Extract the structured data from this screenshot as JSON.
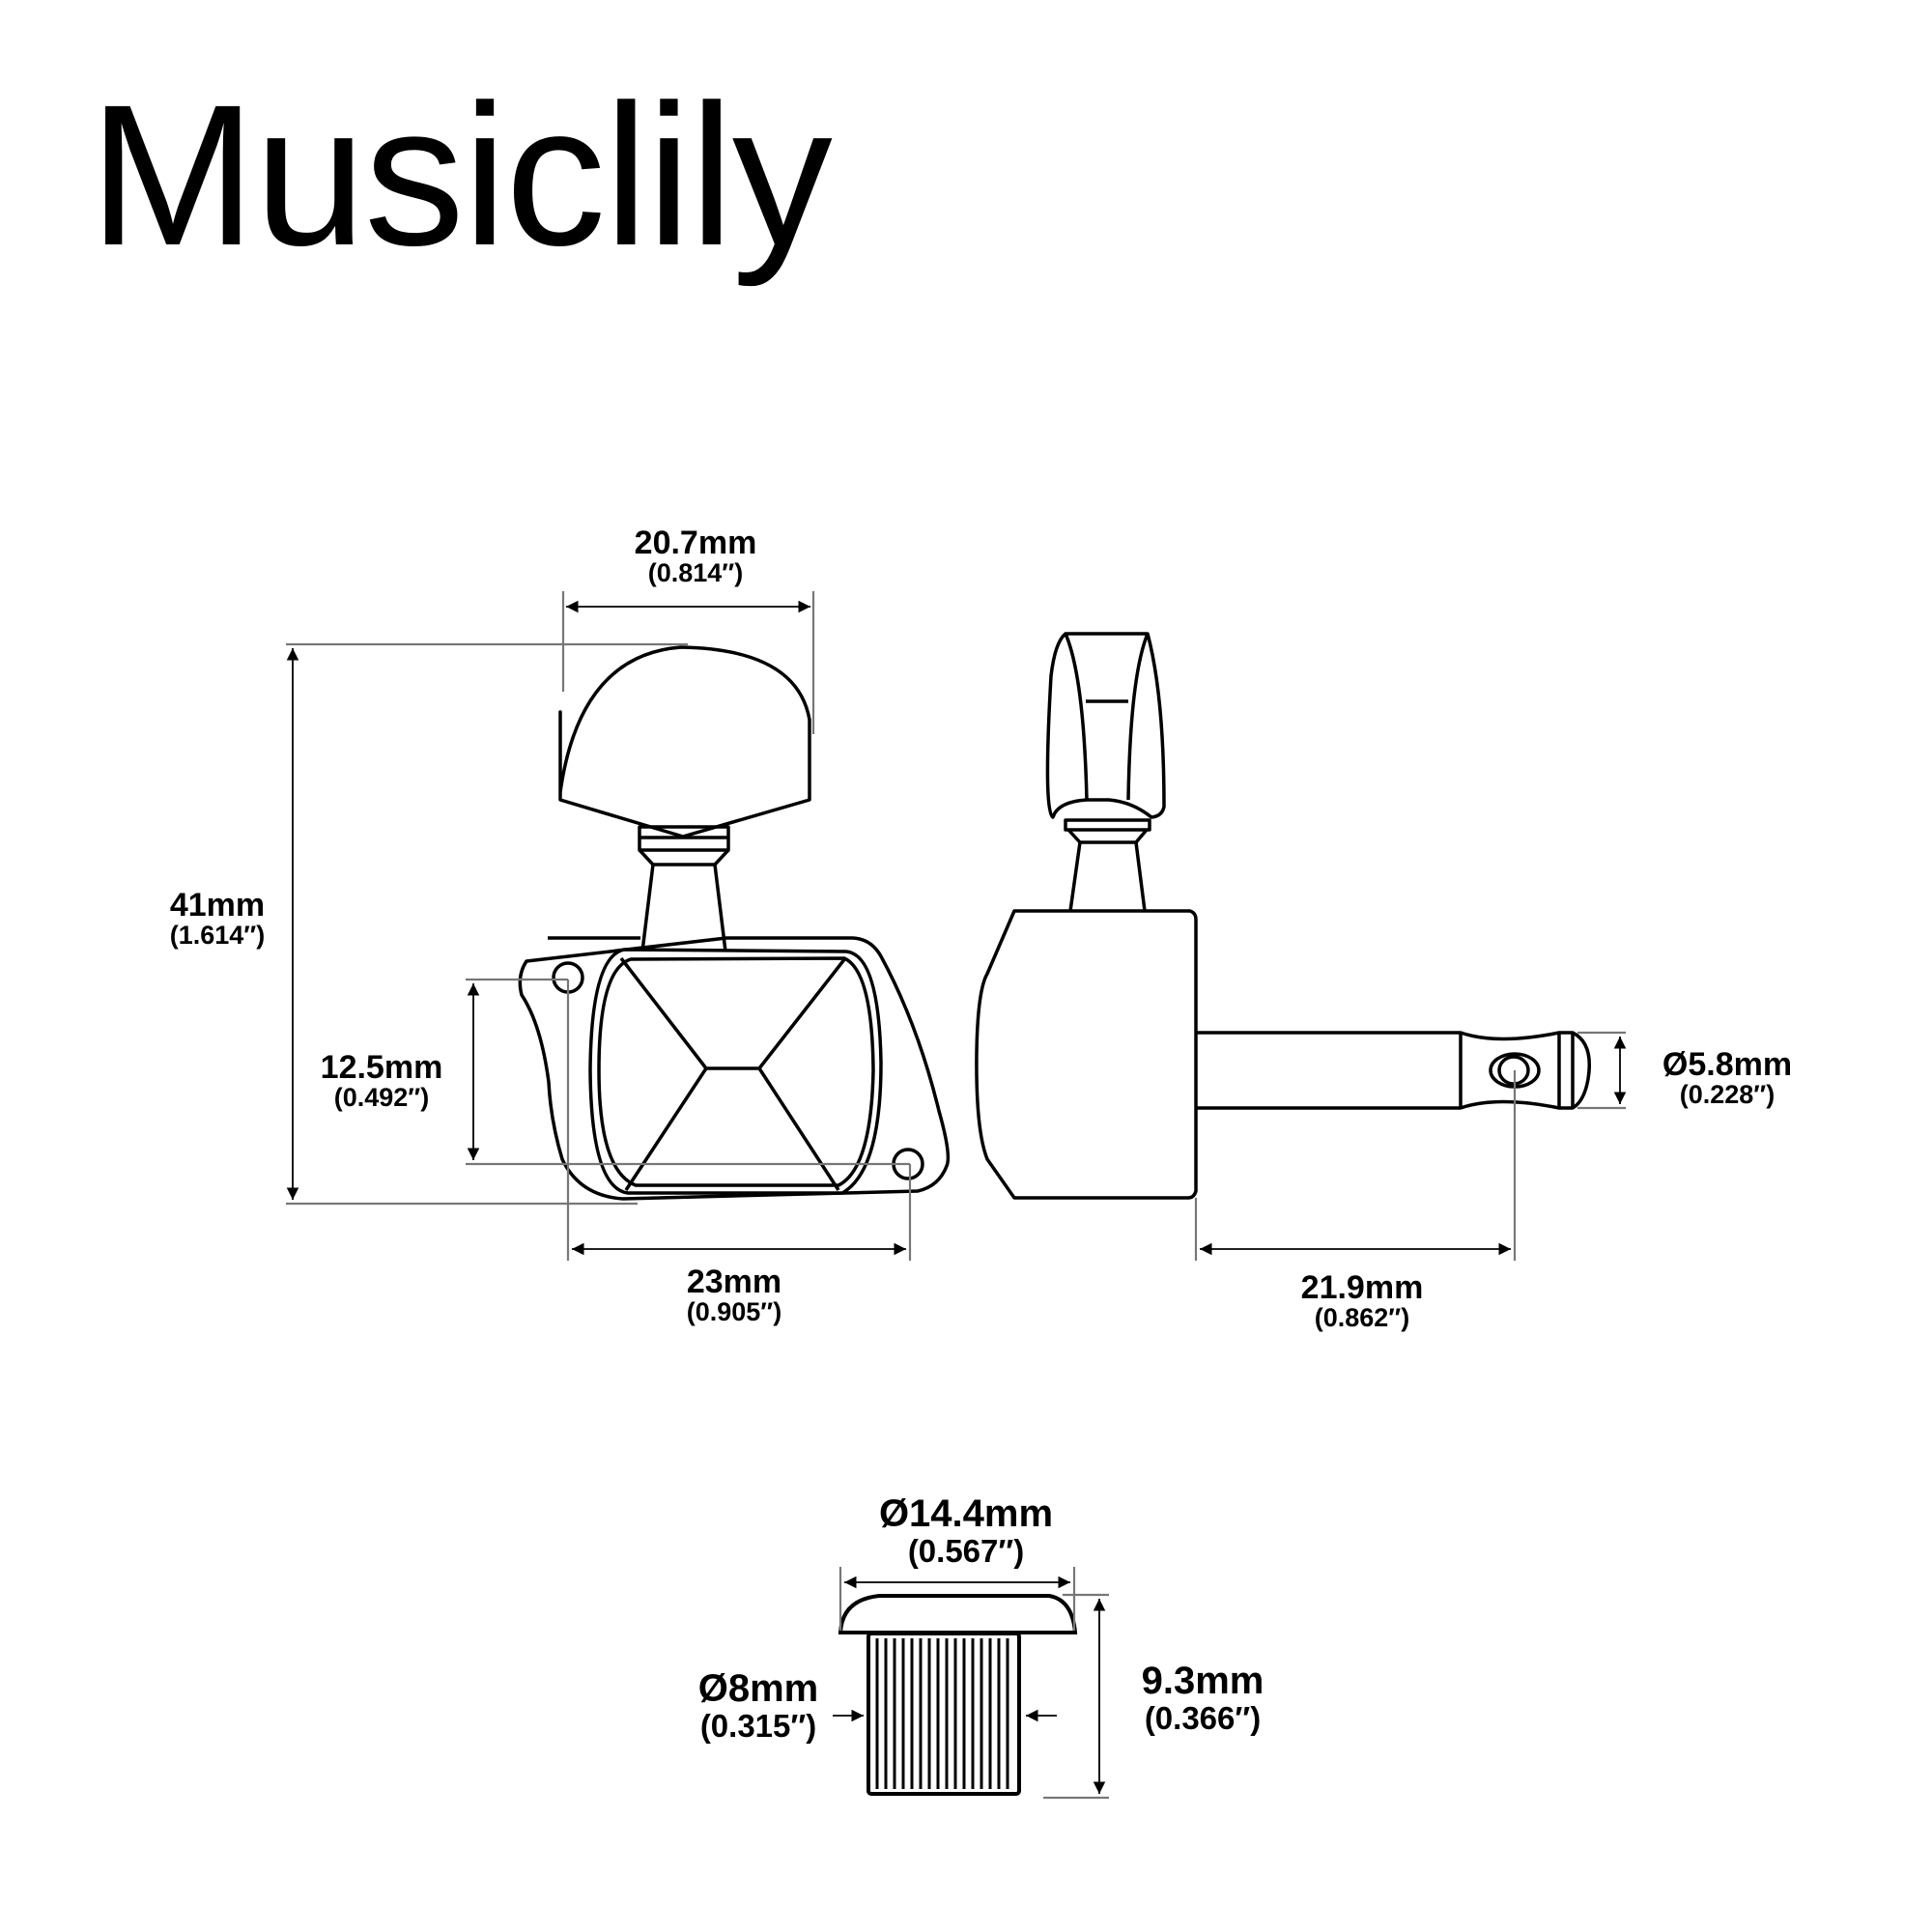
{
  "brand": {
    "name": "Musiclily"
  },
  "front_view": {
    "knob_width": {
      "mm": "20.7mm",
      "inch": "(0.814″)"
    },
    "total_height": {
      "mm": "41mm",
      "inch": "(1.614″)"
    },
    "hole_vertical_spacing": {
      "mm": "12.5mm",
      "inch": "(0.492″)"
    },
    "hole_horizontal_spacing": {
      "mm": "23mm",
      "inch": "(0.905″)"
    }
  },
  "side_view": {
    "post_length": {
      "mm": "21.9mm",
      "inch": "(0.862″)"
    },
    "post_diameter": {
      "mm": "Ø5.8mm",
      "inch": "(0.228″)"
    }
  },
  "bushing": {
    "flange_diameter": {
      "mm": "Ø14.4mm",
      "inch": "(0.567″)"
    },
    "barrel_diameter": {
      "mm": "Ø8mm",
      "inch": "(0.315″)"
    },
    "height": {
      "mm": "9.3mm",
      "inch": "(0.366″)"
    }
  },
  "colors": {
    "outline": "#000000",
    "dimension_line": "#777777",
    "background": "#ffffff"
  }
}
